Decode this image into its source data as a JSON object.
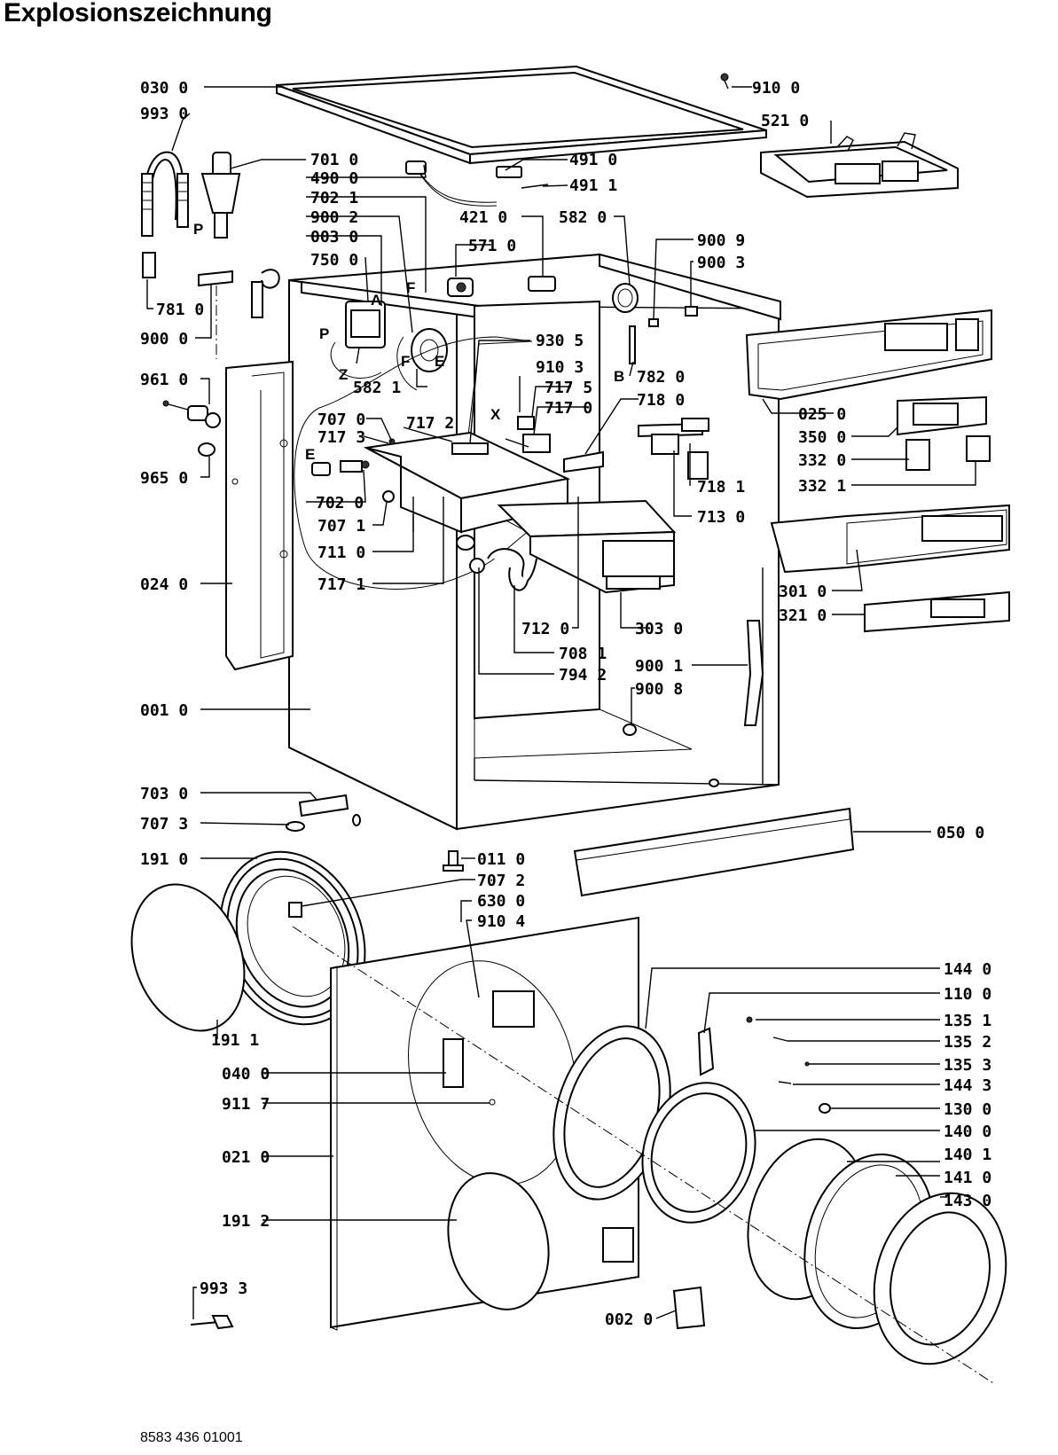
{
  "title": "Explosionszeichnung",
  "document_number": "8583 436 01001",
  "labels": {
    "l0300": "030 0",
    "l9930": "993 0",
    "l9100": "910 0",
    "l5210": "521 0",
    "l7010": "701 0",
    "l4900": "490 0",
    "l7021": "702 1",
    "l9002": "900 2",
    "l0030": "003 0",
    "l7500": "750 0",
    "l4910": "491 0",
    "l4911": "491 1",
    "l4210": "421 0",
    "l5820": "582 0",
    "l5710": "571 0",
    "l9009": "900 9",
    "l9003": "900 3",
    "l7810": "781 0",
    "l9000": "900 0",
    "l9305": "930 5",
    "l9610": "961 0",
    "l9103": "910 3",
    "l7175": "717 5",
    "l7170": "717 0",
    "l7820": "782 0",
    "l7180": "718 0",
    "l5821": "582 1",
    "l7070": "707 0",
    "l7172": "717 2",
    "l7173": "717 3",
    "l9650": "965 0",
    "l0250": "025 0",
    "l3500": "350 0",
    "l3320": "332 0",
    "l3321": "332 1",
    "l7020": "702 0",
    "l7071": "707 1",
    "l7181": "718 1",
    "l7130": "713 0",
    "l7110": "711 0",
    "l7171": "717 1",
    "l0240": "024 0",
    "l3010": "301 0",
    "l3210": "321 0",
    "l7120": "712 0",
    "l3030": "303 0",
    "l7081": "708 1",
    "l7942": "794 2",
    "l9001": "900 1",
    "l9008": "900 8",
    "l0010": "001 0",
    "l7030": "703 0",
    "l7073": "707 3",
    "l0500": "050 0",
    "l1910": "191 0",
    "l0110": "011 0",
    "l7072": "707 2",
    "l6300": "630 0",
    "l9104": "910 4",
    "l1440": "144 0",
    "l1100": "110 0",
    "l1911": "191 1",
    "l1351": "135 1",
    "l1352": "135 2",
    "l0400": "040 0",
    "l1353": "135 3",
    "l1443": "144 3",
    "l9117": "911 7",
    "l1300": "130 0",
    "l1400": "140 0",
    "l0210": "021 0",
    "l1401": "140 1",
    "l1410": "141 0",
    "l1430": "143 0",
    "l1912": "191 2",
    "l9933": "993 3",
    "l0020": "002 0"
  },
  "letters": {
    "P1": "P",
    "P2": "P",
    "A": "A",
    "Z": "Z",
    "F1": "F",
    "F2": "F",
    "E1": "E",
    "E2": "E",
    "B": "B",
    "X": "X"
  }
}
